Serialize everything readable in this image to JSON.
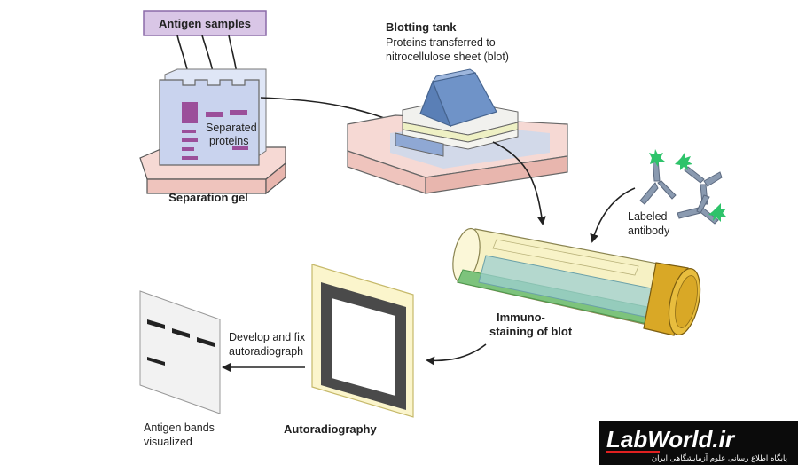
{
  "labels": {
    "antigen_samples": "Antigen samples",
    "separated_proteins_1": "Separated",
    "separated_proteins_2": "proteins",
    "separation_gel": "Separation gel",
    "blotting_tank": "Blotting tank",
    "blotting_desc_1": "Proteins transferred to",
    "blotting_desc_2": "nitrocellulose sheet (blot)",
    "labeled_antibody_1": "Labeled",
    "labeled_antibody_2": "antibody",
    "immuno_1": "Immuno-",
    "immuno_2": "staining of blot",
    "develop_1": "Develop and fix",
    "develop_2": "autoradiograph",
    "autoradiography": "Autoradiography",
    "antigen_bands_1": "Antigen bands",
    "antigen_bands_2": "visualized"
  },
  "watermark": {
    "brand": "LabWorld.ir",
    "tagline": "پایگاه اطلاع رسانی علوم آزمایشگاهی ایران"
  },
  "colors": {
    "gel": "#c9d3ee",
    "tray": "#f6d9d4",
    "band": "#9b4f9a",
    "label_box": "#d9c6e6",
    "tank_block": "#6f93c8",
    "tube": "#f3ecb0",
    "tube_cap": "#d9a826",
    "blot_liquid": "#7dc37c",
    "antibody": "#8a9ab0",
    "antibody_tag": "#2ec36a",
    "film_frame": "#4a4a4a",
    "film_border": "#f4eab0",
    "watermark_bg": "#0b0b0b",
    "watermark_red": "#e02020"
  }
}
